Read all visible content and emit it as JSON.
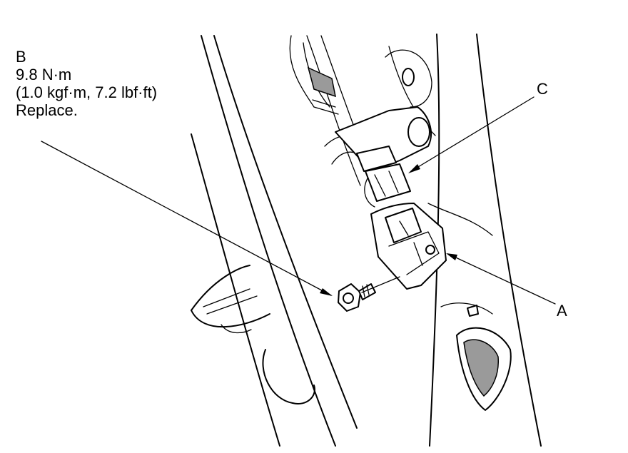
{
  "callouts": {
    "b": {
      "letter": "B",
      "torque_nm": "9.8 N·m",
      "torque_alt": "(1.0 kgf·m, 7.2 lbf·ft)",
      "note": "Replace."
    },
    "c": {
      "letter": "C"
    },
    "a": {
      "letter": "A"
    }
  }
}
